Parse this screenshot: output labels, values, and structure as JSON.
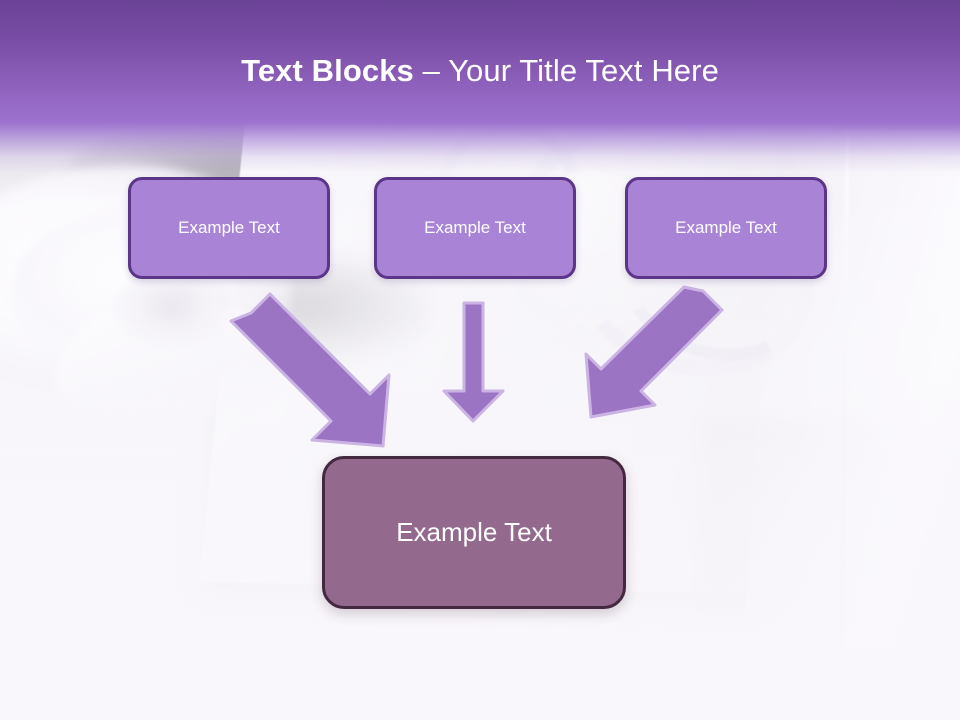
{
  "slide": {
    "title_bold": "Text Blocks",
    "title_regular": "– Your Title Text Here",
    "title_full": "Text Blocks – Your Title Text Here"
  },
  "theme": {
    "header_top": "#6A4296",
    "header_bottom": "#9C72CF",
    "node_fill": "#A883D6",
    "node_border": "#5B3587",
    "result_fill": "#93698D",
    "result_border": "#44283F",
    "arrow_fill": "#9B74C4",
    "arrow_outline": "#C7AEE2",
    "text": "#FFFFFF",
    "background": "#F7F5F9"
  },
  "diagram": {
    "type": "convergence",
    "top_nodes": [
      {
        "id": "node-1",
        "label": "Example Text"
      },
      {
        "id": "node-2",
        "label": "Example Text"
      },
      {
        "id": "node-3",
        "label": "Example Text"
      }
    ],
    "result_node": {
      "id": "node-result",
      "label": "Example Text"
    },
    "connectors": [
      {
        "id": "arrow-left",
        "from": "node-1",
        "to": "node-result",
        "direction": "diagonal-down-right"
      },
      {
        "id": "arrow-center",
        "from": "node-2",
        "to": "node-result",
        "direction": "down"
      },
      {
        "id": "arrow-right",
        "from": "node-3",
        "to": "node-result",
        "direction": "diagonal-down-left"
      }
    ]
  }
}
